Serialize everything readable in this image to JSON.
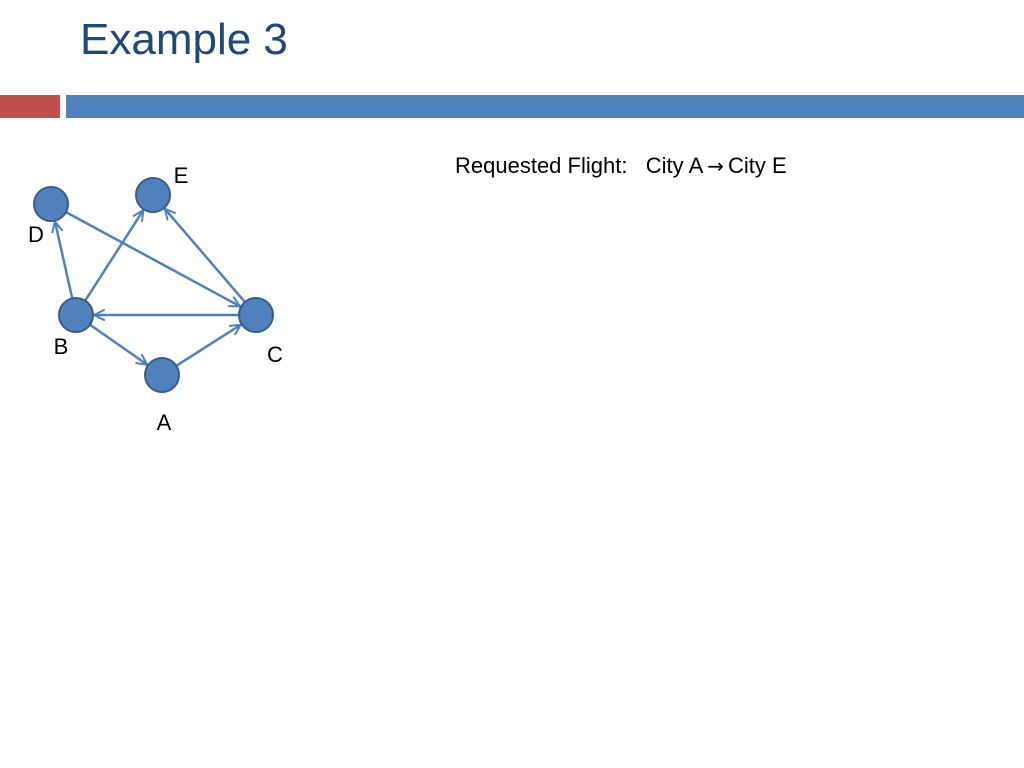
{
  "slide": {
    "title": "Example 3"
  },
  "flight": {
    "label": "Requested Flight:",
    "from": "City A",
    "arrow": "→",
    "to": "City E"
  },
  "diagram": {
    "nodes": [
      {
        "id": "A",
        "label": "A"
      },
      {
        "id": "B",
        "label": "B"
      },
      {
        "id": "C",
        "label": "C"
      },
      {
        "id": "D",
        "label": "D"
      },
      {
        "id": "E",
        "label": "E"
      }
    ],
    "edges": [
      {
        "from": "B",
        "to": "D"
      },
      {
        "from": "B",
        "to": "E"
      },
      {
        "from": "C",
        "to": "B"
      },
      {
        "from": "B",
        "to": "A"
      },
      {
        "from": "A",
        "to": "C"
      },
      {
        "from": "D",
        "to": "C"
      },
      {
        "from": "C",
        "to": "E"
      }
    ],
    "colors": {
      "node_fill": "#4f81bd",
      "node_stroke": "#385d8a",
      "edge": "#4f81bd"
    }
  }
}
